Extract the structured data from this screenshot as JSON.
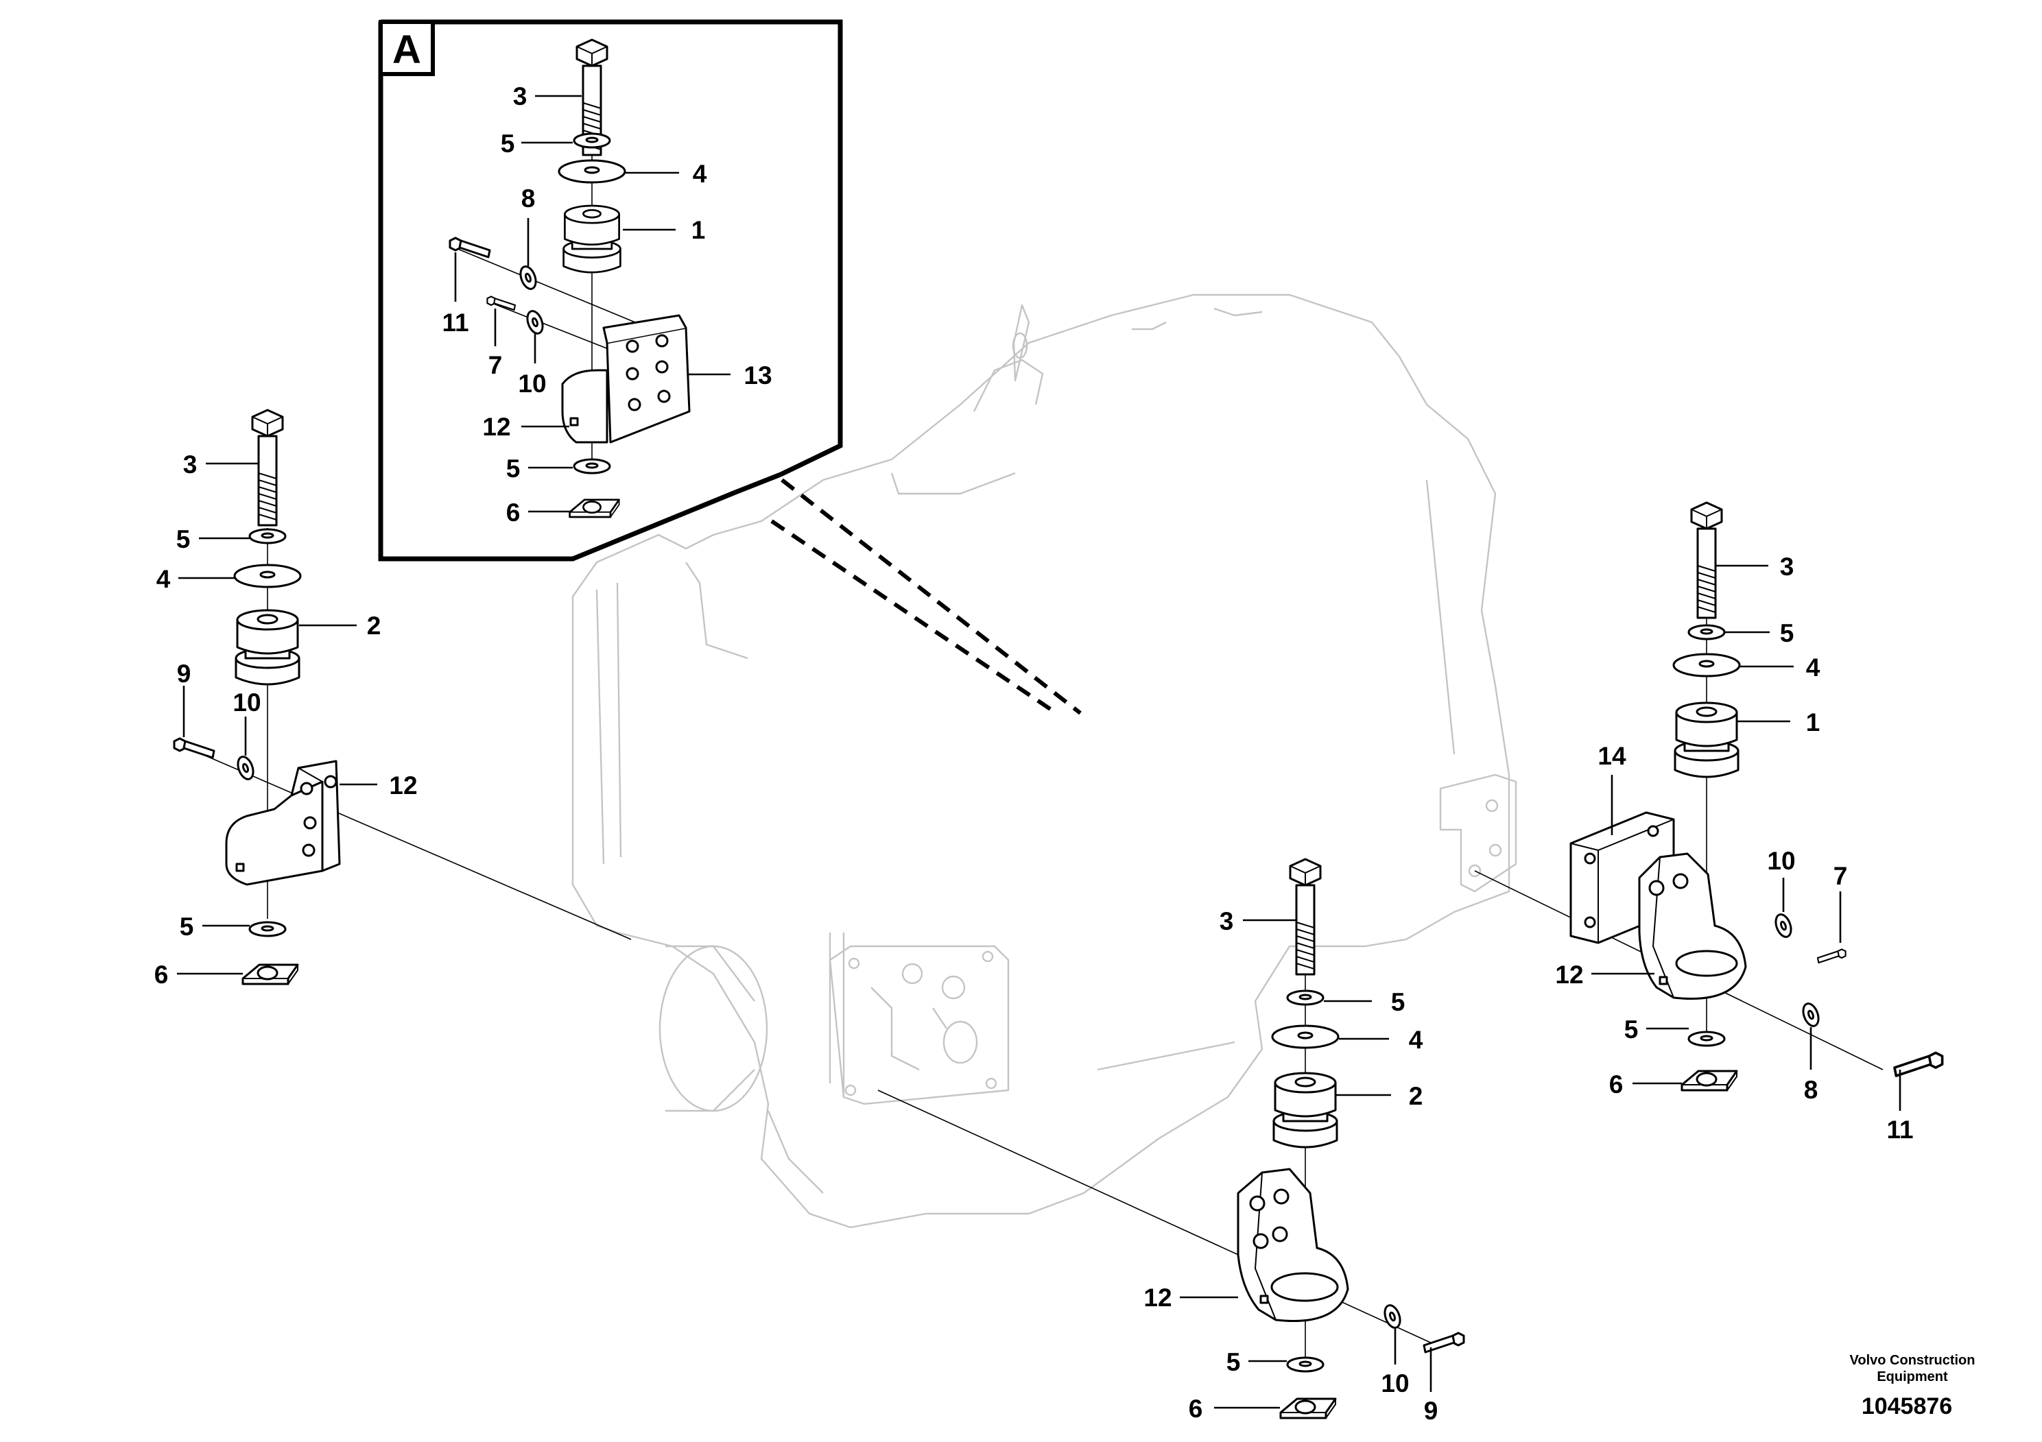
{
  "inset": {
    "letter": "A"
  },
  "callouts": {
    "inset": [
      "3",
      "5",
      "4",
      "1",
      "8",
      "11",
      "7",
      "10",
      "13",
      "12",
      "5",
      "6"
    ],
    "left": [
      "3",
      "5",
      "4",
      "2",
      "9",
      "10",
      "12",
      "5",
      "6"
    ],
    "center": [
      "3",
      "5",
      "4",
      "2",
      "12",
      "5",
      "6",
      "10",
      "9"
    ],
    "right": [
      "3",
      "5",
      "4",
      "1",
      "14",
      "10",
      "7",
      "12",
      "5",
      "6",
      "8",
      "11"
    ]
  },
  "footer": {
    "maker_line1": "Volvo Construction",
    "maker_line2": "Equipment",
    "doc_number": "1045876"
  }
}
